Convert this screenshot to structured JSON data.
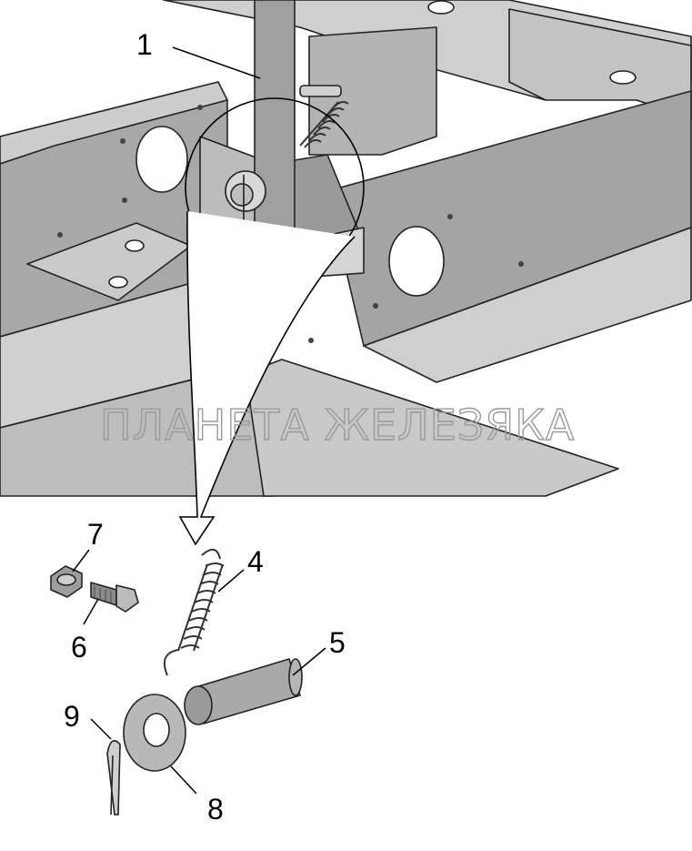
{
  "diagram": {
    "watermark": "ПЛАНЕТА ЖЕЛЕЗЯКА",
    "callouts": [
      {
        "id": "c1",
        "label": "1"
      },
      {
        "id": "c4",
        "label": "4"
      },
      {
        "id": "c5",
        "label": "5"
      },
      {
        "id": "c6",
        "label": "6"
      },
      {
        "id": "c7",
        "label": "7"
      },
      {
        "id": "c8",
        "label": "8"
      },
      {
        "id": "c9",
        "label": "9"
      }
    ]
  },
  "colors": {
    "metal_light": "#c9c9c9",
    "metal_mid": "#a9a9a9",
    "metal_dark": "#7c7c7c",
    "hole": "#ffffff",
    "outline": "#222222"
  }
}
